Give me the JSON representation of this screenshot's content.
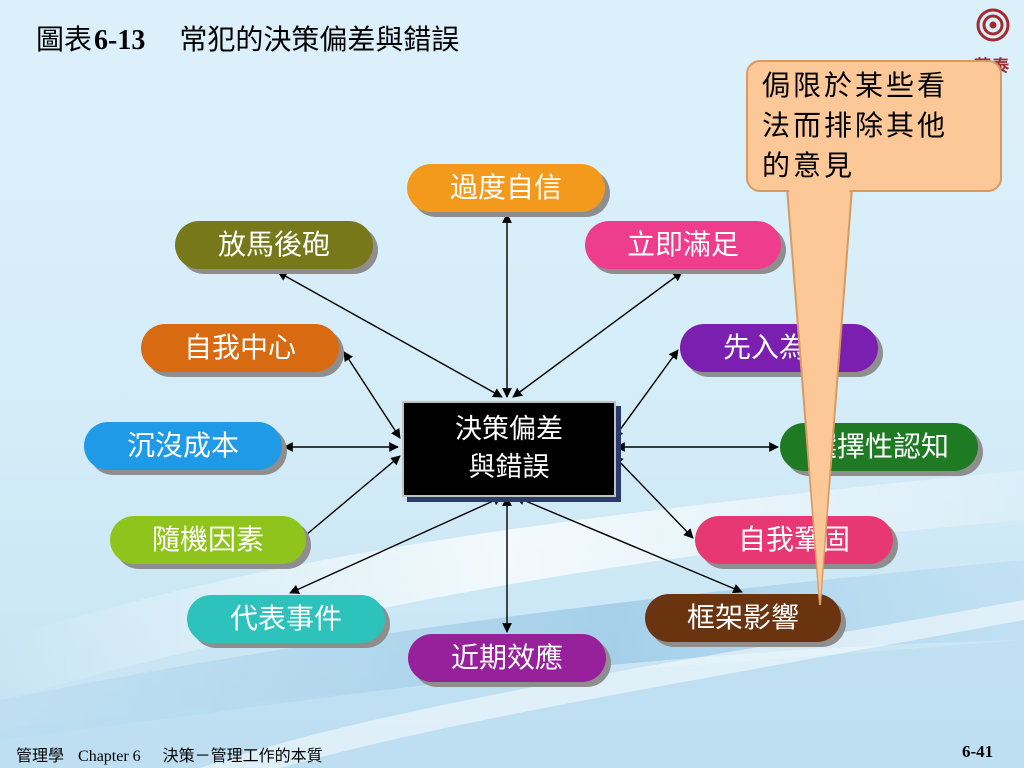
{
  "header": {
    "figure_label": "圖表",
    "figure_number": "6-13",
    "title": "常犯的決策偏差與錯誤"
  },
  "logo": {
    "text": "華泰"
  },
  "diagram": {
    "center": {
      "line1": "決策偏差",
      "line2": "與錯誤"
    },
    "nodes": [
      {
        "id": "overconfidence",
        "label": "過度自信",
        "color": "#f39a1c"
      },
      {
        "id": "immediate-gratification",
        "label": "立即滿足",
        "color": "#ee3d8c"
      },
      {
        "id": "anchoring",
        "label": "先入為主",
        "color": "#7a1fb0"
      },
      {
        "id": "selective-perception",
        "label": "選擇性認知",
        "color": "#1f7a24"
      },
      {
        "id": "confirmation",
        "label": "自我鞏固",
        "color": "#e83873"
      },
      {
        "id": "framing",
        "label": "框架影響",
        "color": "#6b3410"
      },
      {
        "id": "availability",
        "label": "近期效應",
        "color": "#97219a"
      },
      {
        "id": "representation",
        "label": "代表事件",
        "color": "#2ec2bc"
      },
      {
        "id": "randomness",
        "label": "隨機因素",
        "color": "#8fc41d"
      },
      {
        "id": "sunk-costs",
        "label": "沉沒成本",
        "color": "#1e9ae6"
      },
      {
        "id": "self-serving",
        "label": "自我中心",
        "color": "#d86a12"
      },
      {
        "id": "hindsight",
        "label": "放馬後砲",
        "color": "#77781a"
      }
    ],
    "callout": {
      "line1": "侷限於某些看",
      "line2": "法而排除其他",
      "line3": "的意見"
    }
  },
  "footer": {
    "book": "管理學",
    "chapter": "Chapter 6",
    "subtitle": "決策－管理工作的本質",
    "page": "6-41"
  }
}
